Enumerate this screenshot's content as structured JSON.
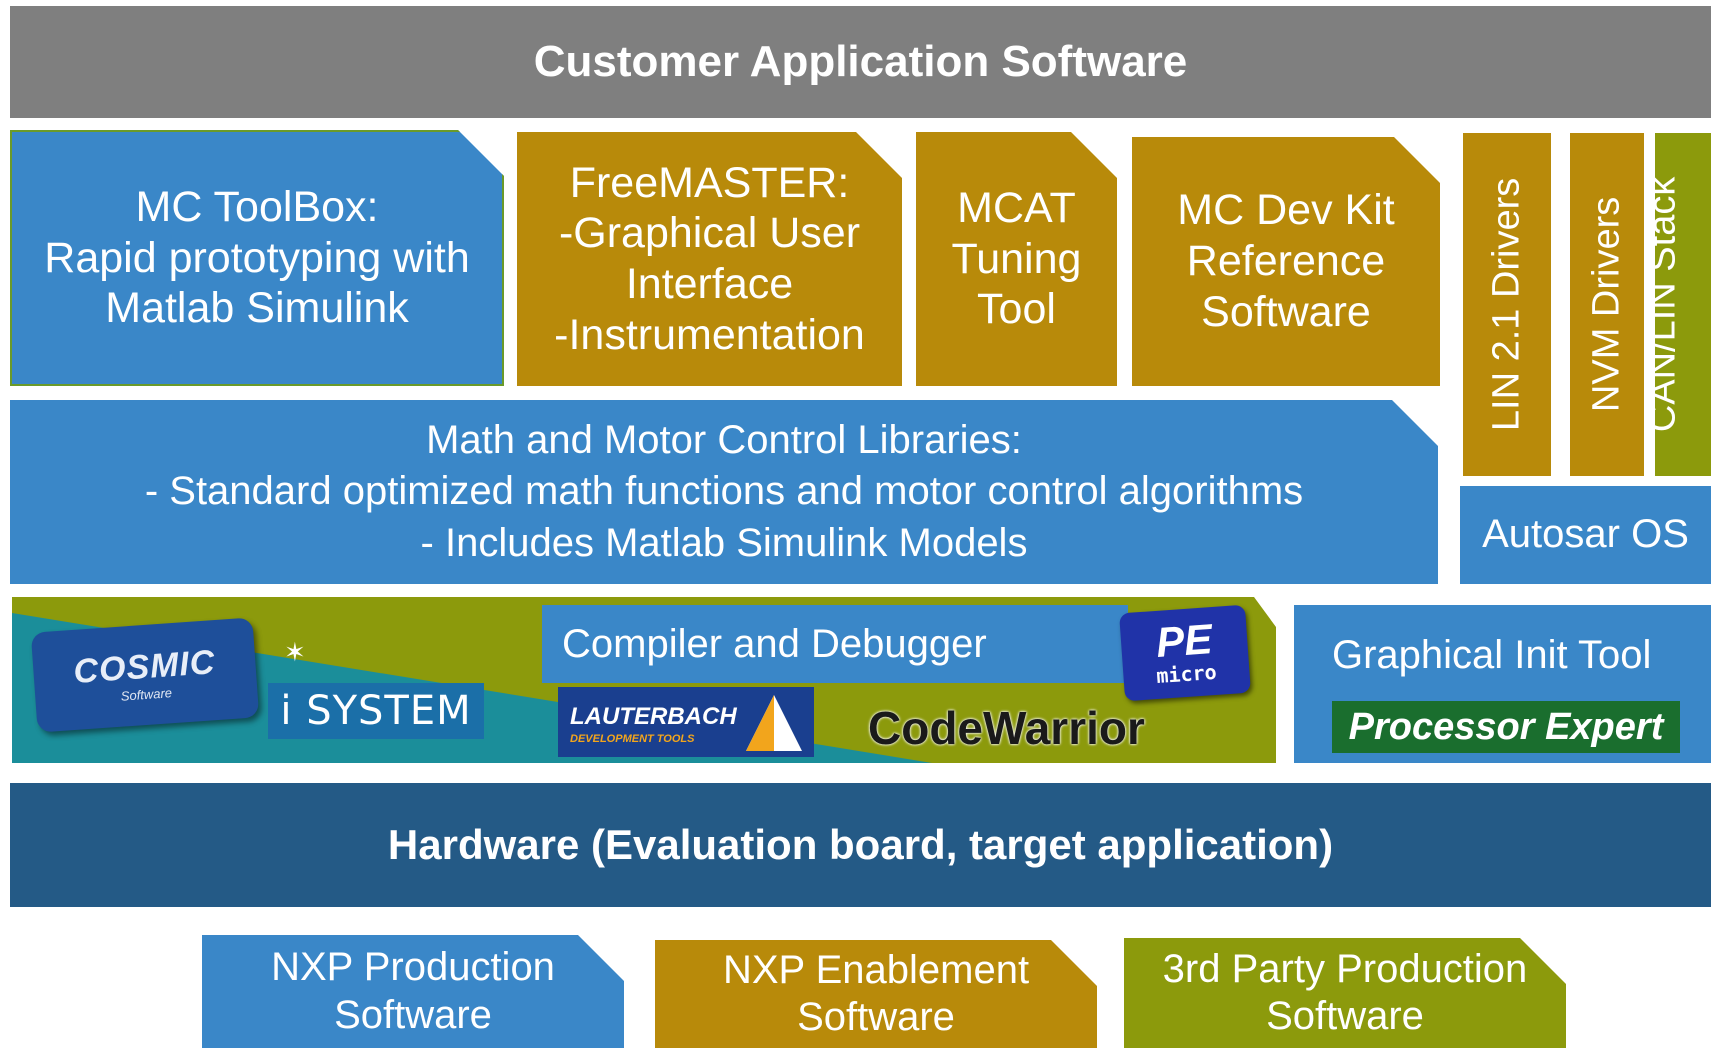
{
  "diagram": {
    "customer_app": "Customer Application Software",
    "mc_toolbox": [
      "MC ToolBox:",
      "Rapid prototyping with",
      "Matlab Simulink"
    ],
    "freemaster": [
      "FreeMASTER:",
      "-Graphical User",
      "Interface",
      "-Instrumentation"
    ],
    "mcat": [
      "MCAT",
      "Tuning",
      "Tool"
    ],
    "mc_dev_kit": [
      "MC Dev Kit",
      "Reference",
      "Software"
    ],
    "lin_drivers": "LIN 2.1 Drivers",
    "nvm_drivers": "NVM Drivers",
    "can_lin_stack": "CAN/LIN Stack",
    "math_libs": [
      "Math and Motor Control Libraries:",
      "- Standard optimized math functions and motor control algorithms",
      "- Includes Matlab Simulink Models"
    ],
    "autosar_os": "Autosar OS",
    "compiler_debugger": "Compiler and Debugger",
    "graphical_init_tool": "Graphical Init Tool",
    "hardware": "Hardware (Evaluation board, target application)"
  },
  "logos": {
    "cosmic": "COSMIC",
    "cosmic_sub": "Software",
    "isystem": "i SYSTEM",
    "lauterbach": "LAUTERBACH",
    "lauterbach_sub": "DEVELOPMENT TOOLS",
    "pe_micro": "PE",
    "pe_micro_sub": "micro",
    "codewarrior": "CodeWarrior",
    "processor_expert": "Processor Expert"
  },
  "legend": {
    "nxp_production": [
      "NXP Production",
      "Software"
    ],
    "nxp_enablement": [
      "NXP Enablement",
      "Software"
    ],
    "third_party": [
      "3rd Party Production",
      "Software"
    ]
  },
  "colors": {
    "nxp_production": "#3a87c8",
    "nxp_enablement": "#b88a0a",
    "third_party": "#8c9a0c",
    "customer": "#7f7f7f",
    "hardware": "#245a86"
  }
}
